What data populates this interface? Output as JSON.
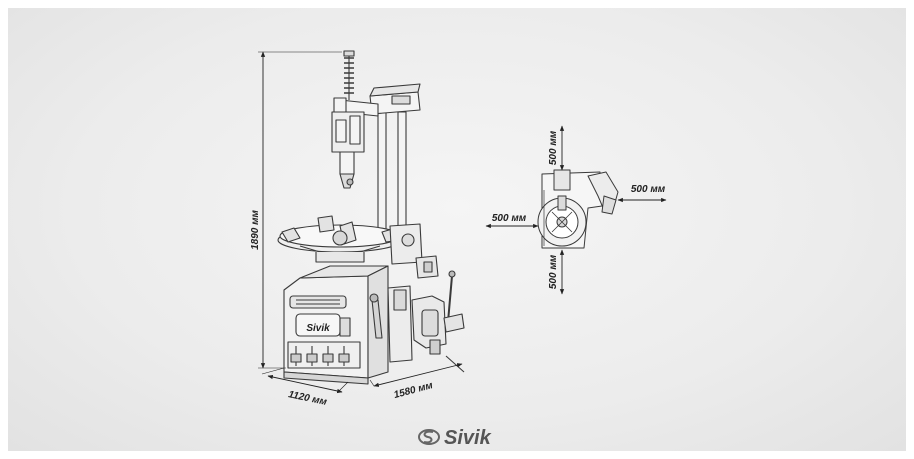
{
  "dimensions": {
    "height": "1890 мм",
    "width": "1120 мм",
    "depth": "1580 мм",
    "clearance_top": "500 мм",
    "clearance_right": "500 мм",
    "clearance_left": "500 мм",
    "clearance_bottom": "500 мм"
  },
  "brand": {
    "name": "Sivik",
    "front_label": "Sivik"
  },
  "colors": {
    "line": "#3a3a3a",
    "background": "#ececec"
  }
}
